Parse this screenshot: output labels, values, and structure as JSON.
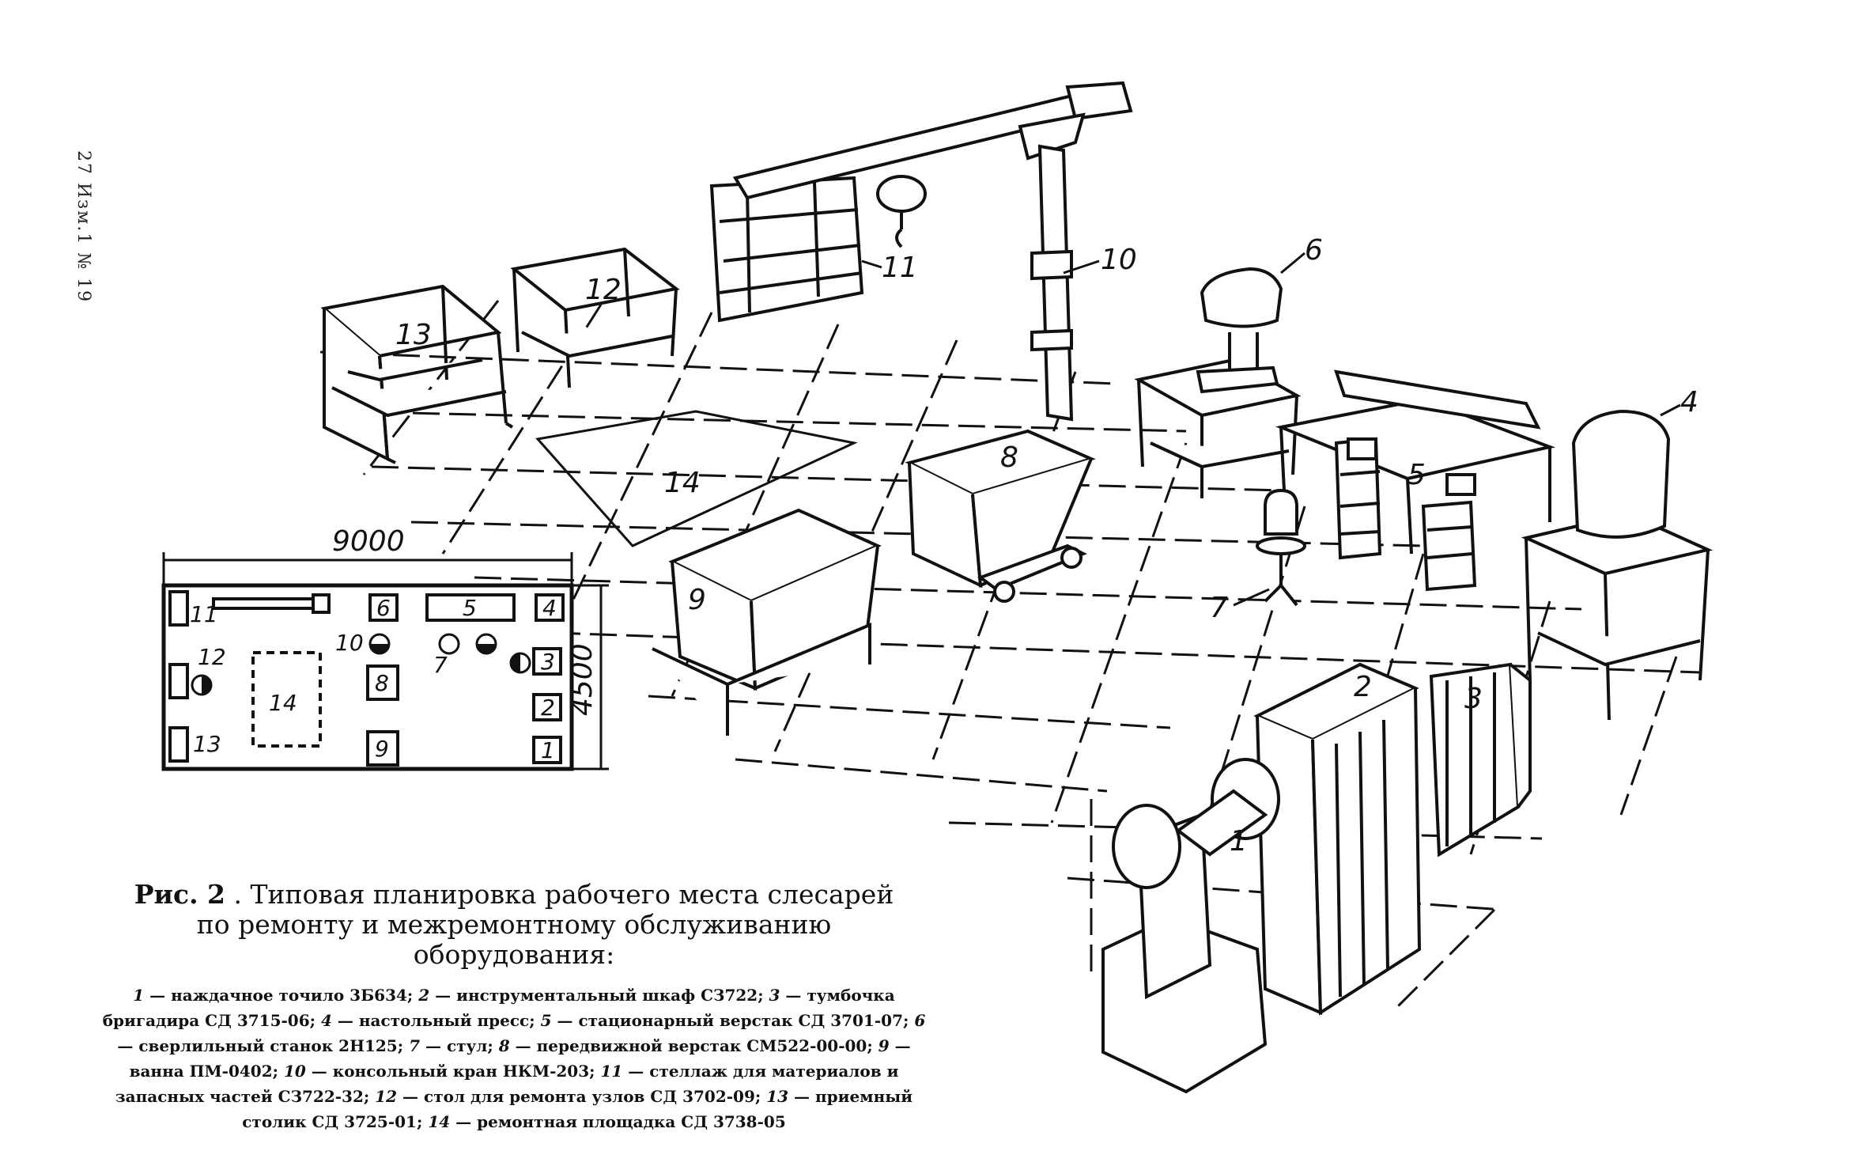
{
  "side_text": "27 Изм.1 № 19",
  "plan": {
    "dim_width": "9000",
    "dim_height": "4500",
    "labels": [
      "1",
      "2",
      "3",
      "4",
      "5",
      "6",
      "7",
      "8",
      "9",
      "10",
      "11",
      "12",
      "13",
      "14"
    ]
  },
  "scene_labels": [
    "1",
    "2",
    "3",
    "4",
    "5",
    "6",
    "7",
    "8",
    "9",
    "10",
    "11",
    "12",
    "13",
    "14"
  ],
  "caption": {
    "fig_number": "Рис. 2",
    "title_line1": ". Типовая планировка рабочего места слесарей",
    "title_line2": "по ремонту и межремонтному обслуживанию оборудования:",
    "legend": [
      {
        "num": "1",
        "text": "наждачное точило 3Б634;"
      },
      {
        "num": "2",
        "text": "инструментальный шкаф СЗ722;"
      },
      {
        "num": "3",
        "text": "тумбочка бригадира СД 3715-06;"
      },
      {
        "num": "4",
        "text": "настольный пресс;"
      },
      {
        "num": "5",
        "text": "стационарный верстак СД 3701-07;"
      },
      {
        "num": "6",
        "text": "сверлильный станок 2Н125;"
      },
      {
        "num": "7",
        "text": "стул;"
      },
      {
        "num": "8",
        "text": "передвижной верстак СМ522-00-00;"
      },
      {
        "num": "9",
        "text": "ванна ПМ-0402;"
      },
      {
        "num": "10",
        "text": "консольный кран НКМ-203;"
      },
      {
        "num": "11",
        "text": "стеллаж для материалов и запасных частей СЗ722-32;"
      },
      {
        "num": "12",
        "text": "стол для ремонта узлов СД 3702-09;"
      },
      {
        "num": "13",
        "text": "приемный столик СД 3725-01;"
      },
      {
        "num": "14",
        "text": "ремонтная площадка СД 3738-05"
      }
    ]
  }
}
